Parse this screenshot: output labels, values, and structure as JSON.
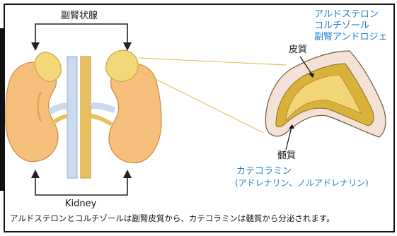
{
  "labels": {
    "adrenal": "副腎状腺",
    "kidney": "Kidney",
    "cortex": "皮質",
    "medulla": "髄質",
    "hormones_cortex": [
      "アルドステロン",
      "コルチゾール",
      "副腎アンドロジェ"
    ],
    "hormones_medulla_title": "カテコラミン",
    "hormones_medulla_sub": "(アドレナリン、ノルアドレナリン)",
    "caption": "アルドステロンとコルチゾールは副腎皮質から、カテコラミンは髄質から分泌されます。"
  },
  "colors": {
    "accent_blue": "#1f7fd0",
    "adrenal_yellow": "#f3d87a",
    "kidney_orange": "#f6c07c",
    "vessel_blue": "#c9d9ee",
    "vessel_gold": "#e8c15e"
  }
}
